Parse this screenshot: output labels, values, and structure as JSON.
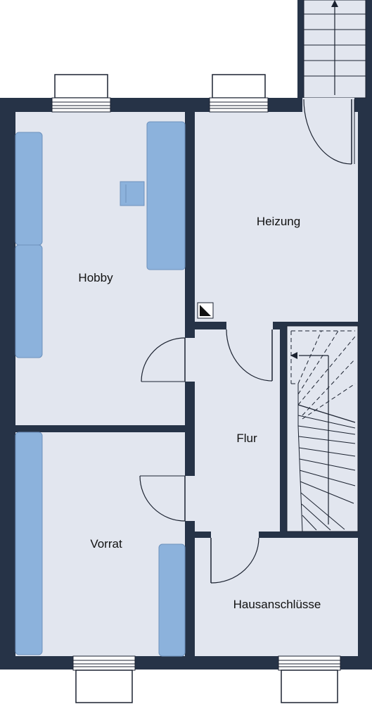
{
  "rooms": {
    "hobby": "Hobby",
    "heizung": "Heizung",
    "flur": "Flur",
    "vorrat": "Vorrat",
    "hausanschluesse": "Hausanschlüsse"
  },
  "colors": {
    "wall": "#263347",
    "floor": "#e2e6ef",
    "furniture": "#8cb2dc",
    "furniture_edge": "#6e92bd",
    "line": "#1b2230"
  },
  "icons": {
    "stair_arrow": "arrow-icon",
    "chimney": "chimney-icon"
  }
}
